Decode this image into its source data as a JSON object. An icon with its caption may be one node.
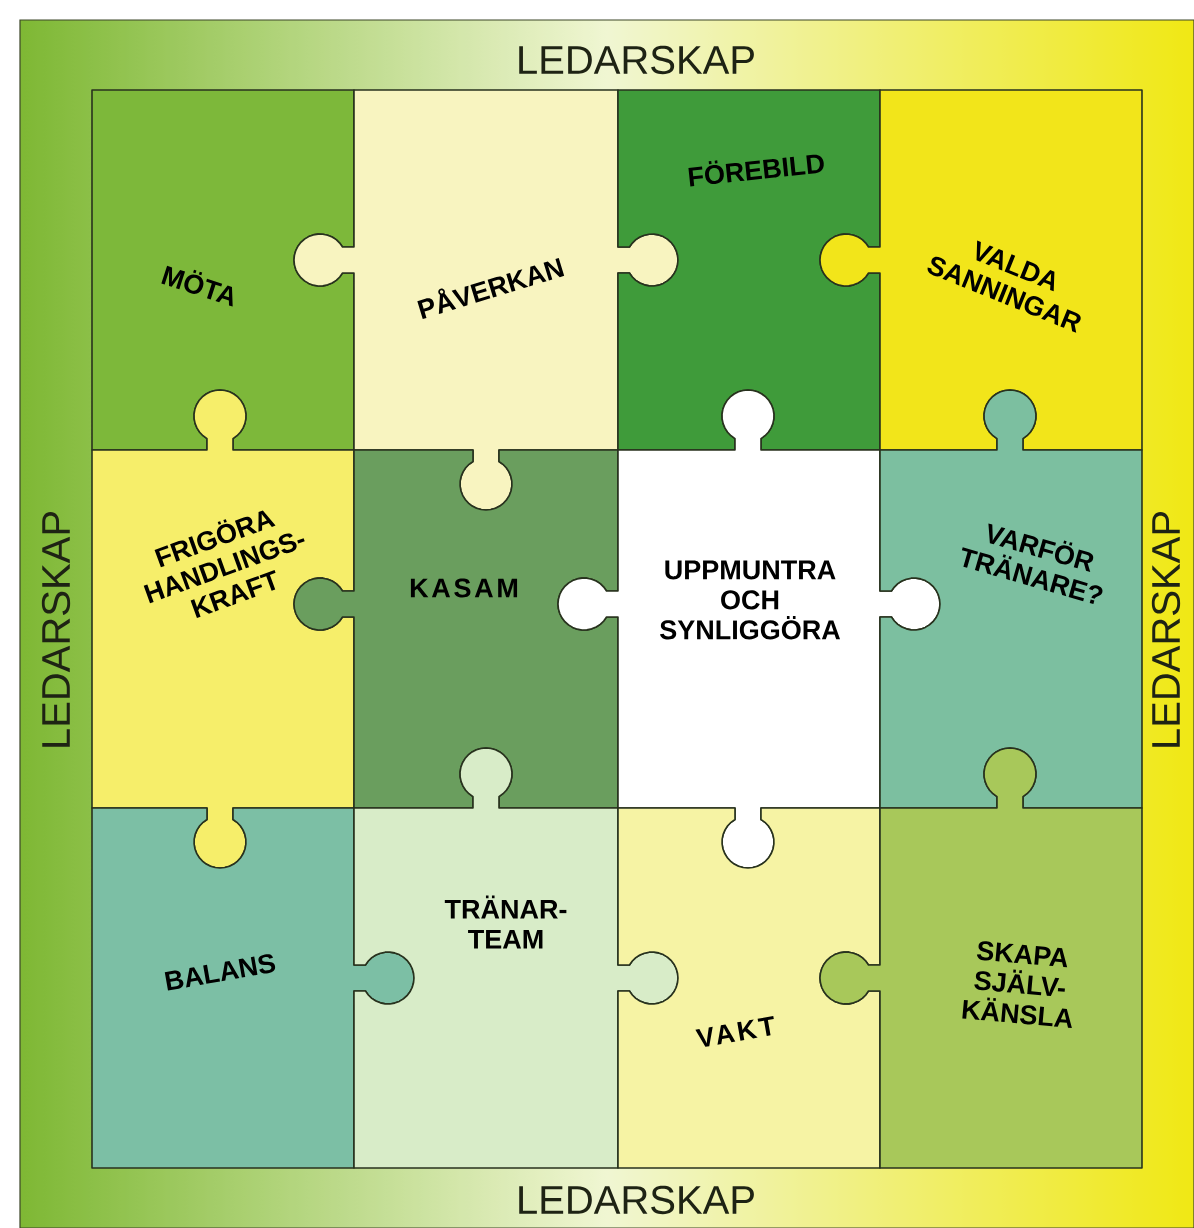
{
  "diagram": {
    "nodes": [
      {
        "text": [
          "MÖTA"
        ]
      },
      {
        "text": [
          "PÅVERKAN"
        ]
      },
      {
        "text": [
          "FÖREBILD"
        ]
      },
      {
        "text": [
          "VALDA SANNINGAR"
        ]
      },
      {
        "text": [
          "FRIGÖRA HANDLINGS- KRAFT"
        ]
      },
      {
        "text": [
          "KASAM"
        ]
      },
      {
        "text": [
          "UPPMUNTRA OCH SYNLIGGÖRA"
        ]
      },
      {
        "text": [
          "VARFÖR TRÄNARE?"
        ]
      },
      {
        "text": [
          "BALANS"
        ]
      },
      {
        "text": [
          "TRÄNAR- TEAM"
        ]
      },
      {
        "text": [
          "VAKT"
        ]
      },
      {
        "text": [
          "SKAPA SJÄLV- KÄNSLA"
        ]
      }
    ],
    "labels": [
      "LEDARSKAP",
      "LEDARSKAP",
      "LEDARSKAP",
      "LEDARSKAP"
    ]
  }
}
